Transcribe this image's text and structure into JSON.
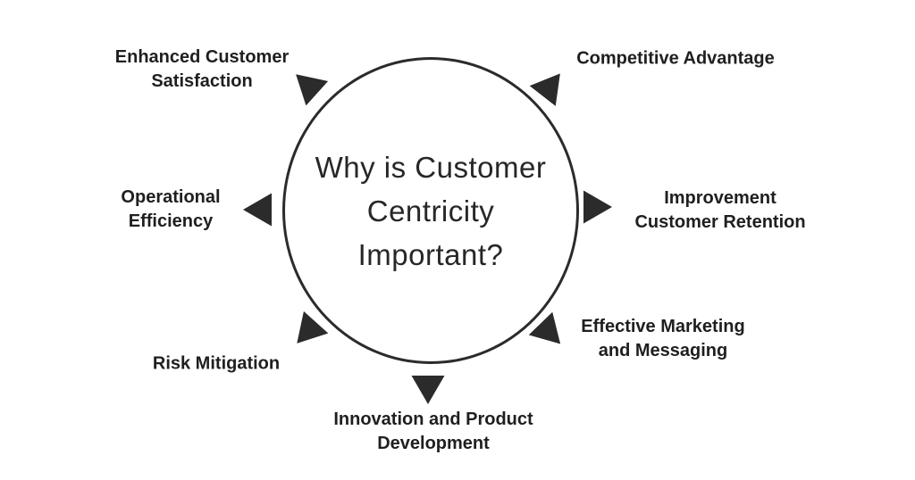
{
  "background": "#ffffff",
  "colors": {
    "ink": "#1f1f1f",
    "circle_stroke": "#2b2b2b",
    "triangle_fill": "#2b2b2b"
  },
  "center": {
    "title": "Why is Customer\nCentricity\nImportant?"
  },
  "labels": [
    {
      "id": "enhanced-customer-satisfaction",
      "text": "Enhanced Customer\nSatisfaction"
    },
    {
      "id": "competitive-advantage",
      "text": "Competitive Advantage"
    },
    {
      "id": "operational-efficiency",
      "text": "Operational\nEfficiency"
    },
    {
      "id": "improvement-customer-retention",
      "text": "Improvement\nCustomer Retention"
    },
    {
      "id": "risk-mitigation",
      "text": "Risk Mitigation"
    },
    {
      "id": "effective-marketing-messaging",
      "text": "Effective Marketing\nand Messaging"
    },
    {
      "id": "innovation-product-development",
      "text": "Innovation and Product\nDevelopment"
    }
  ],
  "markers": [
    {
      "for": "enhanced-customer-satisfaction",
      "icon": "triangle-pointer-icon",
      "direction": "up-left"
    },
    {
      "for": "competitive-advantage",
      "icon": "triangle-pointer-icon",
      "direction": "up-right"
    },
    {
      "for": "operational-efficiency",
      "icon": "triangle-pointer-icon",
      "direction": "left"
    },
    {
      "for": "improvement-customer-retention",
      "icon": "triangle-pointer-icon",
      "direction": "right"
    },
    {
      "for": "risk-mitigation",
      "icon": "triangle-pointer-icon",
      "direction": "down-left"
    },
    {
      "for": "innovation-product-development",
      "icon": "triangle-pointer-icon",
      "direction": "down"
    },
    {
      "for": "effective-marketing-messaging",
      "icon": "triangle-pointer-icon",
      "direction": "down-right"
    }
  ]
}
